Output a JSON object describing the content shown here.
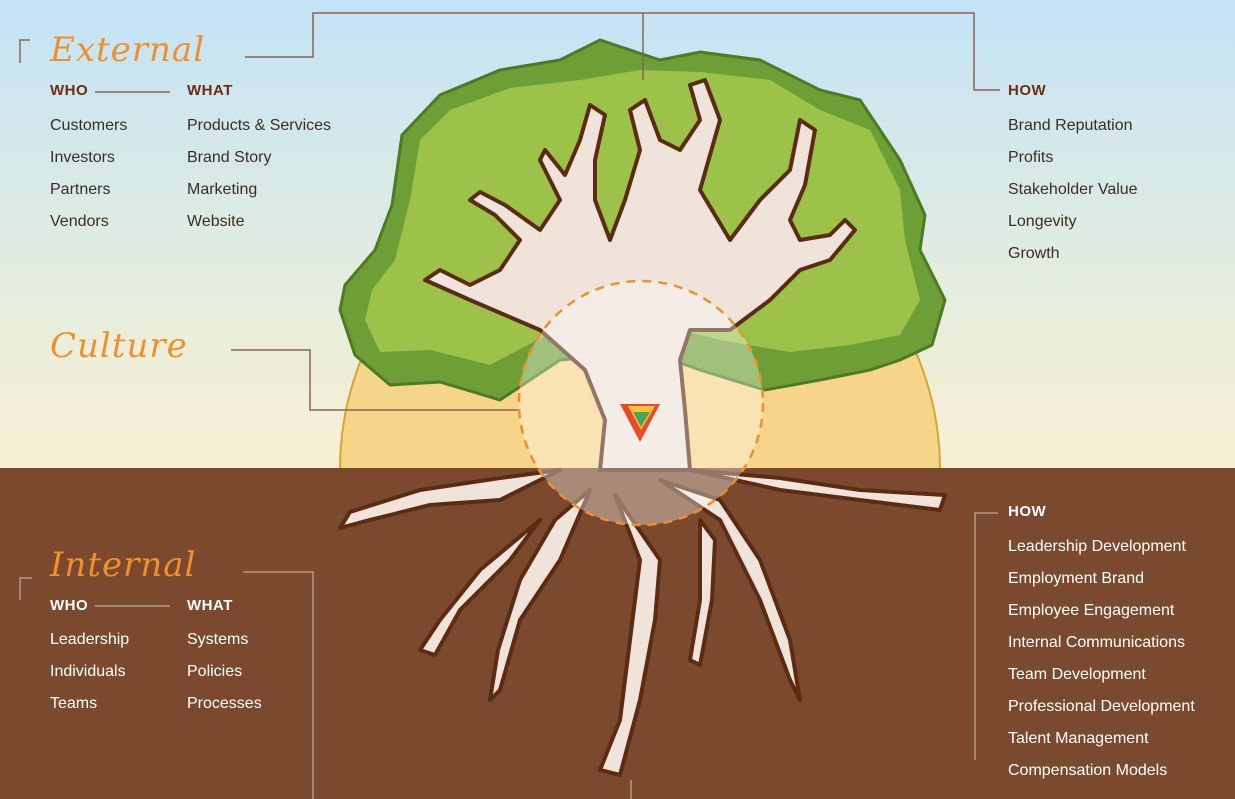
{
  "external": {
    "title": "External",
    "who": {
      "label": "WHO",
      "items": [
        "Customers",
        "Investors",
        "Partners",
        "Vendors"
      ]
    },
    "what": {
      "label": "WHAT",
      "items": [
        "Products & Services",
        "Brand Story",
        "Marketing",
        "Website"
      ]
    },
    "how": {
      "label": "HOW",
      "items": [
        "Brand Reputation",
        "Profits",
        "Stakeholder Value",
        "Longevity",
        "Growth"
      ]
    }
  },
  "culture": {
    "title": "Culture"
  },
  "internal": {
    "title": "Internal",
    "who": {
      "label": "WHO",
      "items": [
        "Leadership",
        "Individuals",
        "Teams"
      ]
    },
    "what": {
      "label": "WHAT",
      "items": [
        "Systems",
        "Policies",
        "Processes"
      ]
    },
    "how": {
      "label": "HOW",
      "items": [
        "Leadership Development",
        "Employment Brand",
        "Employee Engagement",
        "Internal Communications",
        "Team Development",
        "Professional Development",
        "Talent Management",
        "Compensation Models"
      ]
    }
  },
  "colors": {
    "sky_top": "#c5e4f6",
    "sky_bottom": "#f6f0d8",
    "soil": "#7b4a2e",
    "foliage": "#9cc24a",
    "foliage_dark": "#6d9f36",
    "trunk": "#efe3da",
    "outline": "#5b2b14",
    "accent": "#f0902a",
    "sun": "#f6d48a"
  }
}
